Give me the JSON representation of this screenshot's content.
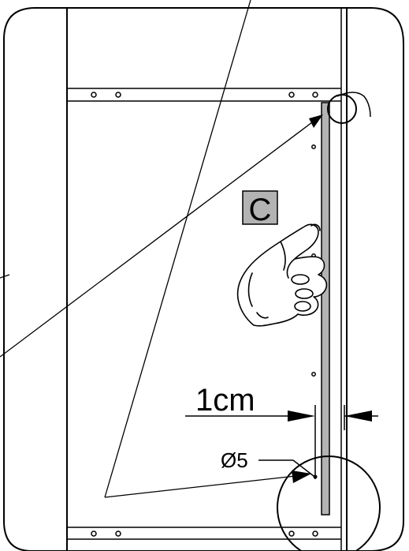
{
  "labels": {
    "section_marker": "C",
    "dimension": "1cm",
    "hole_diameter": "Ø5"
  },
  "colors": {
    "line": "#000000",
    "strip_fill": "#b3b3b3",
    "marker_fill": "#b3b3b3"
  }
}
